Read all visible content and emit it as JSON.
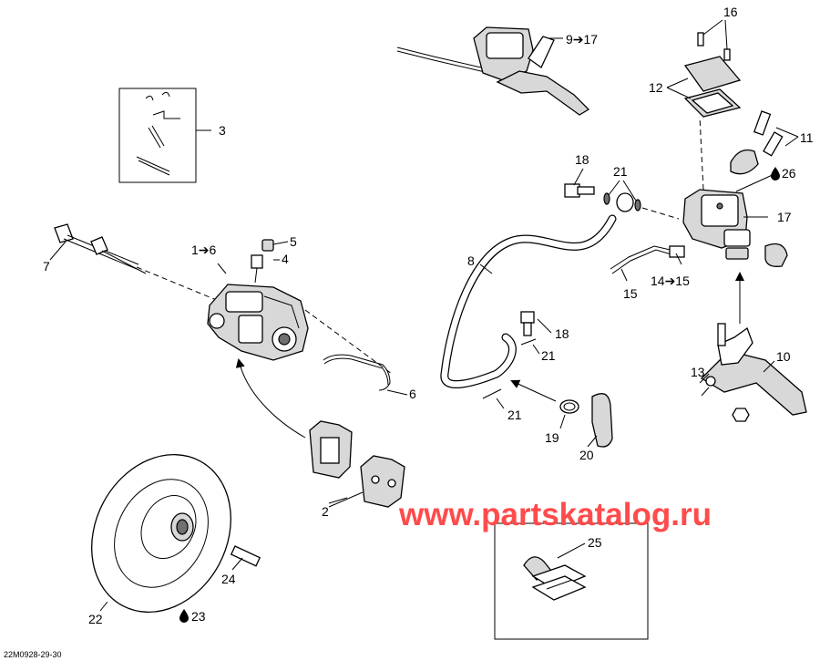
{
  "diagram_id": "22M0928-29-30",
  "watermark": "www.partskatalog.ru",
  "callouts": {
    "c1": "1",
    "c1_range": "1➔6",
    "c2": "2",
    "c3": "3",
    "c4": "4",
    "c5": "5",
    "c6": "6",
    "c7": "7",
    "c8": "8",
    "c9_range": "9➔17",
    "c10": "10",
    "c11": "11",
    "c12": "12",
    "c13": "13",
    "c14_range": "14➔15",
    "c15": "15",
    "c16": "16",
    "c17": "17",
    "c18_top": "18",
    "c18_mid": "18",
    "c19": "19",
    "c20": "20",
    "c21_top": "21",
    "c21_mid": "21",
    "c21_low": "21",
    "c22": "22",
    "c23": "23",
    "c24": "24",
    "c25": "25",
    "c26": "26"
  },
  "icons": {
    "oil_drop": "oil-drop-icon",
    "arrow": "arrow-icon"
  }
}
